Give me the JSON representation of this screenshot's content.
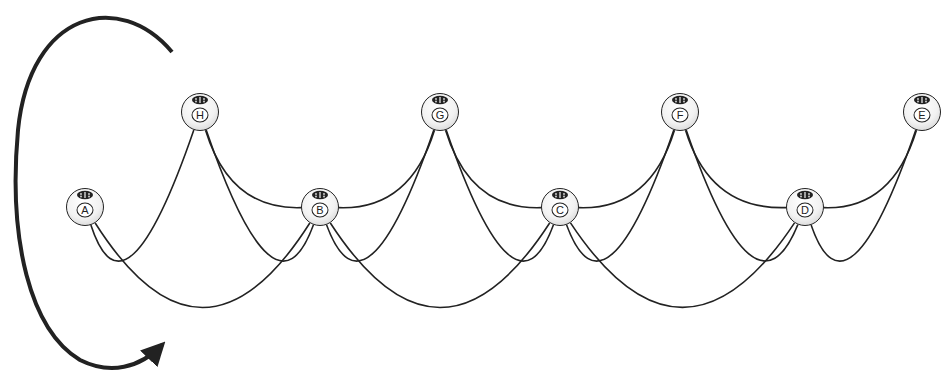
{
  "diagram": {
    "nodes": [
      {
        "text": [
          "A"
        ]
      },
      {
        "text": [
          "H"
        ]
      },
      {
        "text": [
          "B"
        ]
      },
      {
        "text": [
          "G"
        ]
      },
      {
        "text": [
          "C"
        ]
      },
      {
        "text": [
          "F"
        ]
      },
      {
        "text": [
          "D"
        ]
      },
      {
        "text": [
          "E"
        ]
      }
    ],
    "edges": [
      {
        "from": 0,
        "to": 1,
        "arrow": "none"
      },
      {
        "from": 0,
        "to": 2,
        "arrow": "none"
      },
      {
        "from": 1,
        "to": 2,
        "arrow": "none"
      },
      {
        "from": 1,
        "to": 2,
        "arrow": "none"
      },
      {
        "from": 2,
        "to": 3,
        "arrow": "none"
      },
      {
        "from": 2,
        "to": 3,
        "arrow": "none"
      },
      {
        "from": 2,
        "to": 4,
        "arrow": "none"
      },
      {
        "from": 3,
        "to": 4,
        "arrow": "none"
      },
      {
        "from": 3,
        "to": 4,
        "arrow": "none"
      },
      {
        "from": 4,
        "to": 5,
        "arrow": "none"
      },
      {
        "from": 4,
        "to": 5,
        "arrow": "none"
      },
      {
        "from": 4,
        "to": 6,
        "arrow": "none"
      },
      {
        "from": 5,
        "to": 6,
        "arrow": "none"
      },
      {
        "from": 5,
        "to": 6,
        "arrow": "none"
      },
      {
        "from": 6,
        "to": 7,
        "arrow": "none"
      },
      {
        "from": 6,
        "to": 7,
        "arrow": "none"
      }
    ]
  }
}
